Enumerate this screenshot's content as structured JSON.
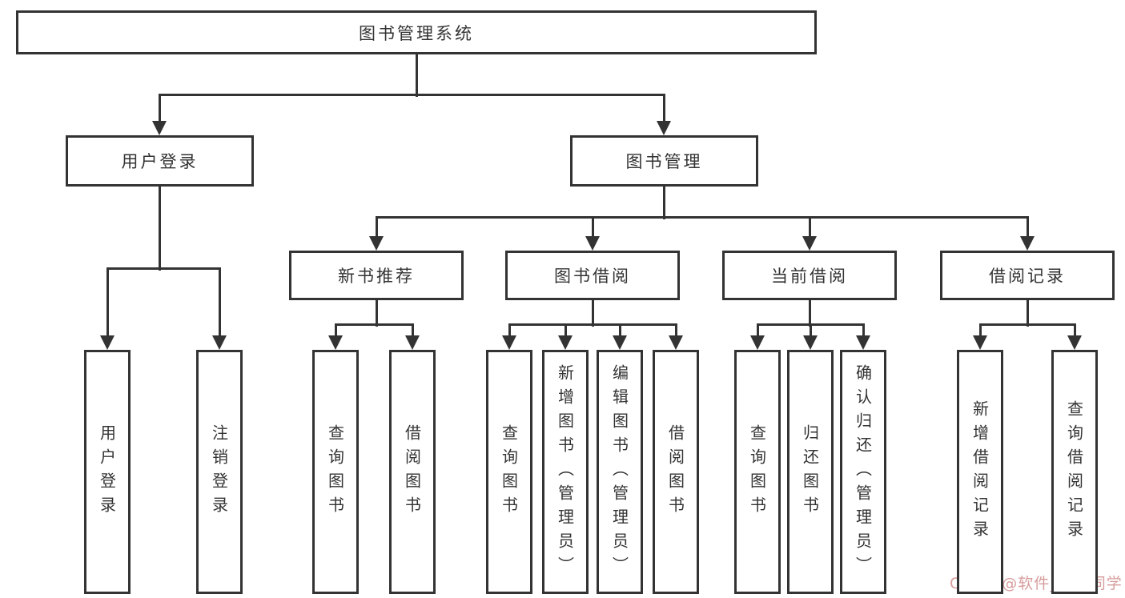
{
  "diagram": {
    "title": "图书管理系统",
    "nodes": [
      {
        "id": "root",
        "label": "图书管理系统",
        "level": 1
      },
      {
        "id": "user-login",
        "label": "用户登录",
        "level": 2,
        "parent": "root"
      },
      {
        "id": "book-mgmt",
        "label": "图书管理",
        "level": 2,
        "parent": "root"
      },
      {
        "id": "new-book-rec",
        "label": "新书推荐",
        "level": 3,
        "parent": "book-mgmt"
      },
      {
        "id": "book-borrow",
        "label": "图书借阅",
        "level": 3,
        "parent": "book-mgmt"
      },
      {
        "id": "current-borrow",
        "label": "当前借阅",
        "level": 3,
        "parent": "book-mgmt"
      },
      {
        "id": "borrow-records",
        "label": "借阅记录",
        "level": 3,
        "parent": "book-mgmt"
      },
      {
        "id": "login-leaf",
        "label": "用户登录",
        "level": 4,
        "parent": "user-login"
      },
      {
        "id": "logout-leaf",
        "label": "注销登录",
        "level": 4,
        "parent": "user-login"
      },
      {
        "id": "rec-query-books",
        "label": "查询图书",
        "level": 4,
        "parent": "new-book-rec"
      },
      {
        "id": "rec-borrow-books",
        "label": "借阅图书",
        "level": 4,
        "parent": "new-book-rec"
      },
      {
        "id": "bb-query-books",
        "label": "查询图书",
        "level": 4,
        "parent": "book-borrow"
      },
      {
        "id": "bb-add-books",
        "label": "新增图书（管理员）",
        "level": 4,
        "parent": "book-borrow"
      },
      {
        "id": "bb-edit-books",
        "label": "编辑图书（管理员）",
        "level": 4,
        "parent": "book-borrow"
      },
      {
        "id": "bb-borrow-books",
        "label": "借阅图书",
        "level": 4,
        "parent": "book-borrow"
      },
      {
        "id": "cb-query-books",
        "label": "查询图书",
        "level": 4,
        "parent": "current-borrow"
      },
      {
        "id": "cb-return-books",
        "label": "归还图书",
        "level": 4,
        "parent": "current-borrow"
      },
      {
        "id": "cb-confirm-return",
        "label": "确认归还（管理员）",
        "level": 4,
        "parent": "current-borrow"
      },
      {
        "id": "br-add-record",
        "label": "新增借阅记录",
        "level": 4,
        "parent": "borrow-records"
      },
      {
        "id": "br-query-record",
        "label": "查询借阅记录",
        "level": 4,
        "parent": "borrow-records"
      }
    ],
    "edges": [
      {
        "from": "root",
        "to": "user-login"
      },
      {
        "from": "root",
        "to": "book-mgmt"
      },
      {
        "from": "user-login",
        "to": "login-leaf"
      },
      {
        "from": "user-login",
        "to": "logout-leaf"
      },
      {
        "from": "book-mgmt",
        "to": "new-book-rec"
      },
      {
        "from": "book-mgmt",
        "to": "book-borrow"
      },
      {
        "from": "book-mgmt",
        "to": "current-borrow"
      },
      {
        "from": "book-mgmt",
        "to": "borrow-records"
      },
      {
        "from": "new-book-rec",
        "to": "rec-query-books"
      },
      {
        "from": "new-book-rec",
        "to": "rec-borrow-books"
      },
      {
        "from": "book-borrow",
        "to": "bb-query-books"
      },
      {
        "from": "book-borrow",
        "to": "bb-add-books"
      },
      {
        "from": "book-borrow",
        "to": "bb-edit-books"
      },
      {
        "from": "book-borrow",
        "to": "bb-borrow-books"
      },
      {
        "from": "current-borrow",
        "to": "cb-query-books"
      },
      {
        "from": "current-borrow",
        "to": "cb-return-books"
      },
      {
        "from": "current-borrow",
        "to": "cb-confirm-return"
      },
      {
        "from": "borrow-records",
        "to": "br-add-record"
      },
      {
        "from": "borrow-records",
        "to": "br-query-record"
      }
    ]
  },
  "watermark": {
    "text": "CSDN @软件_小贺同学"
  },
  "colors": {
    "line": "#333333",
    "text": "#333333",
    "watermark": "#d79c9c",
    "background": "#ffffff"
  }
}
